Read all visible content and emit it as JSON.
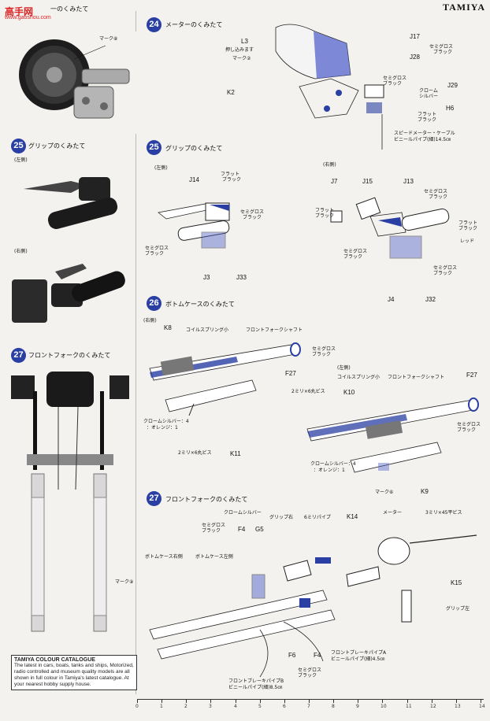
{
  "header": {
    "logo": "高手网",
    "logo_url": "www.gaoshou.com",
    "brand": "TAMIYA",
    "left_top_title": "一のくみたて"
  },
  "left": {
    "meter_mark": "マーク⑧",
    "s25": {
      "num": "25",
      "title": "グリップのくみたて",
      "left_side": "(左側)",
      "right_side": "(右側)"
    },
    "s27": {
      "num": "27",
      "title": "フロントフォークのくみたて",
      "mark": "マーク⑨"
    }
  },
  "s24": {
    "num": "24",
    "title": "メーターのくみたて",
    "labels": {
      "L3": "L3",
      "push": "押し込みます",
      "mark": "マーク②",
      "K2": "K2",
      "J17": "J17",
      "J28": "J28",
      "J29": "J29",
      "H6": "H6",
      "semigloss1": "セミグロス",
      "black1": "ブラック",
      "semigloss2": "セミグロス",
      "black2": "ブラック",
      "chrome": "クローム",
      "silver": "シルバー",
      "flat": "フラット",
      "black3": "ブラック",
      "cable": "スピードメーター・ケーブル",
      "vinyl": "ビニールパイプ(細)14.5㎝"
    }
  },
  "s25": {
    "num": "25",
    "title": "グリップのくみたて",
    "left_side": "(左側)",
    "right_side": "(右側)",
    "labels": {
      "J14": "J14",
      "J3": "J3",
      "J33": "J33",
      "J7": "J7",
      "J15": "J15",
      "J13": "J13",
      "J4": "J4",
      "J32": "J32",
      "flat1": "フラット",
      "black1": "ブラック",
      "semigloss1": "セミグロス",
      "black2": "ブラック",
      "semigloss2": "セミグロス",
      "black3": "ブラック",
      "flat2": "フラット",
      "black4": "ブラック",
      "semigloss3": "セミグロス",
      "black5": "ブラック",
      "semigloss4": "セミグロス",
      "black6": "ブラック",
      "flat3": "フラット",
      "black7": "ブラック",
      "red": "レッド",
      "semigloss5": "セミグロス",
      "black8": "ブラック"
    }
  },
  "s26": {
    "num": "26",
    "title": "ボトムケースのくみたて",
    "right_side": "(右側)",
    "left_side": "(左側)",
    "labels": {
      "K8": "K8",
      "coil1": "コイルスプリング小",
      "shaft1": "フロントフォークシャフト",
      "semigloss1": "セミグロス",
      "black1": "ブラック",
      "F27a": "F27",
      "screw1": "2ミリ×6丸ビス",
      "K11": "K11",
      "chrome1": "クロームシルバー：4",
      "orange1": "：オレンジ：1",
      "coil2": "コイルスプリング小",
      "shaft2": "フロントフォークシャフト",
      "F27b": "F27",
      "screw2": "2ミリ×6丸ビス",
      "K10": "K10",
      "semigloss2": "セミグロス",
      "black2": "ブラック",
      "chrome2": "クロームシルバー：4",
      "orange2": "：オレンジ：1",
      "mark": "マーク⑥",
      "K9": "K9"
    }
  },
  "s27": {
    "num": "27",
    "title": "フロントフォークのくみたて",
    "labels": {
      "chrome": "クロームシルバー",
      "semigloss1": "セミグロス",
      "black1": "ブラック",
      "F4a": "F4",
      "G5": "G5",
      "grip_right": "グリップ右",
      "pipe": "6ミリパイプ",
      "K14": "K14",
      "meter": "メーター",
      "screw": "3ミリ×45平ビス",
      "bottom_right": "ボトムケース右側",
      "bottom_left": "ボトムケース左側",
      "K15": "K15",
      "grip_left": "グリップ左",
      "F6": "F6",
      "F4b": "F4",
      "semigloss2": "セミグロス",
      "black2": "ブラック",
      "brake1": "フロントブレーキパイプA",
      "vinyl1": "ビニールパイプ(細)4.5㎝",
      "brake2": "フロントブレーキパイプB",
      "vinyl2": "ビニールパイプ(細)8.5㎝"
    }
  },
  "catalogue": {
    "heading": "TAMIYA COLOUR CATALOGUE",
    "body": "The latest in cars, boats, tanks and ships, Motorized, radio controlled and museum quality models are all shown in full colour in Tamiya's latest catalogue. At your nearest hobby supply house."
  },
  "ruler": {
    "marks": [
      "0",
      "1",
      "2",
      "3",
      "4",
      "5",
      "6",
      "7",
      "8",
      "9",
      "10",
      "11",
      "12",
      "13",
      "14"
    ]
  }
}
